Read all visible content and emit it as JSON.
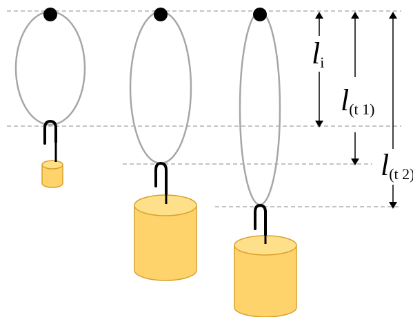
{
  "diagram": {
    "labels": {
      "initial": {
        "symbol": "l",
        "subscript": "i"
      },
      "first": {
        "symbol": "l",
        "subscript": "(t 1)"
      },
      "second": {
        "symbol": "l",
        "subscript": "(t 2)"
      }
    },
    "colors": {
      "loop": "#a6a6a6",
      "pin": "#000000",
      "hook": "#000000",
      "weight_fill": "#ffd36b",
      "weight_stroke": "#d9a12b",
      "guide_line": "#b0b0b0",
      "arrow": "#000000"
    }
  }
}
